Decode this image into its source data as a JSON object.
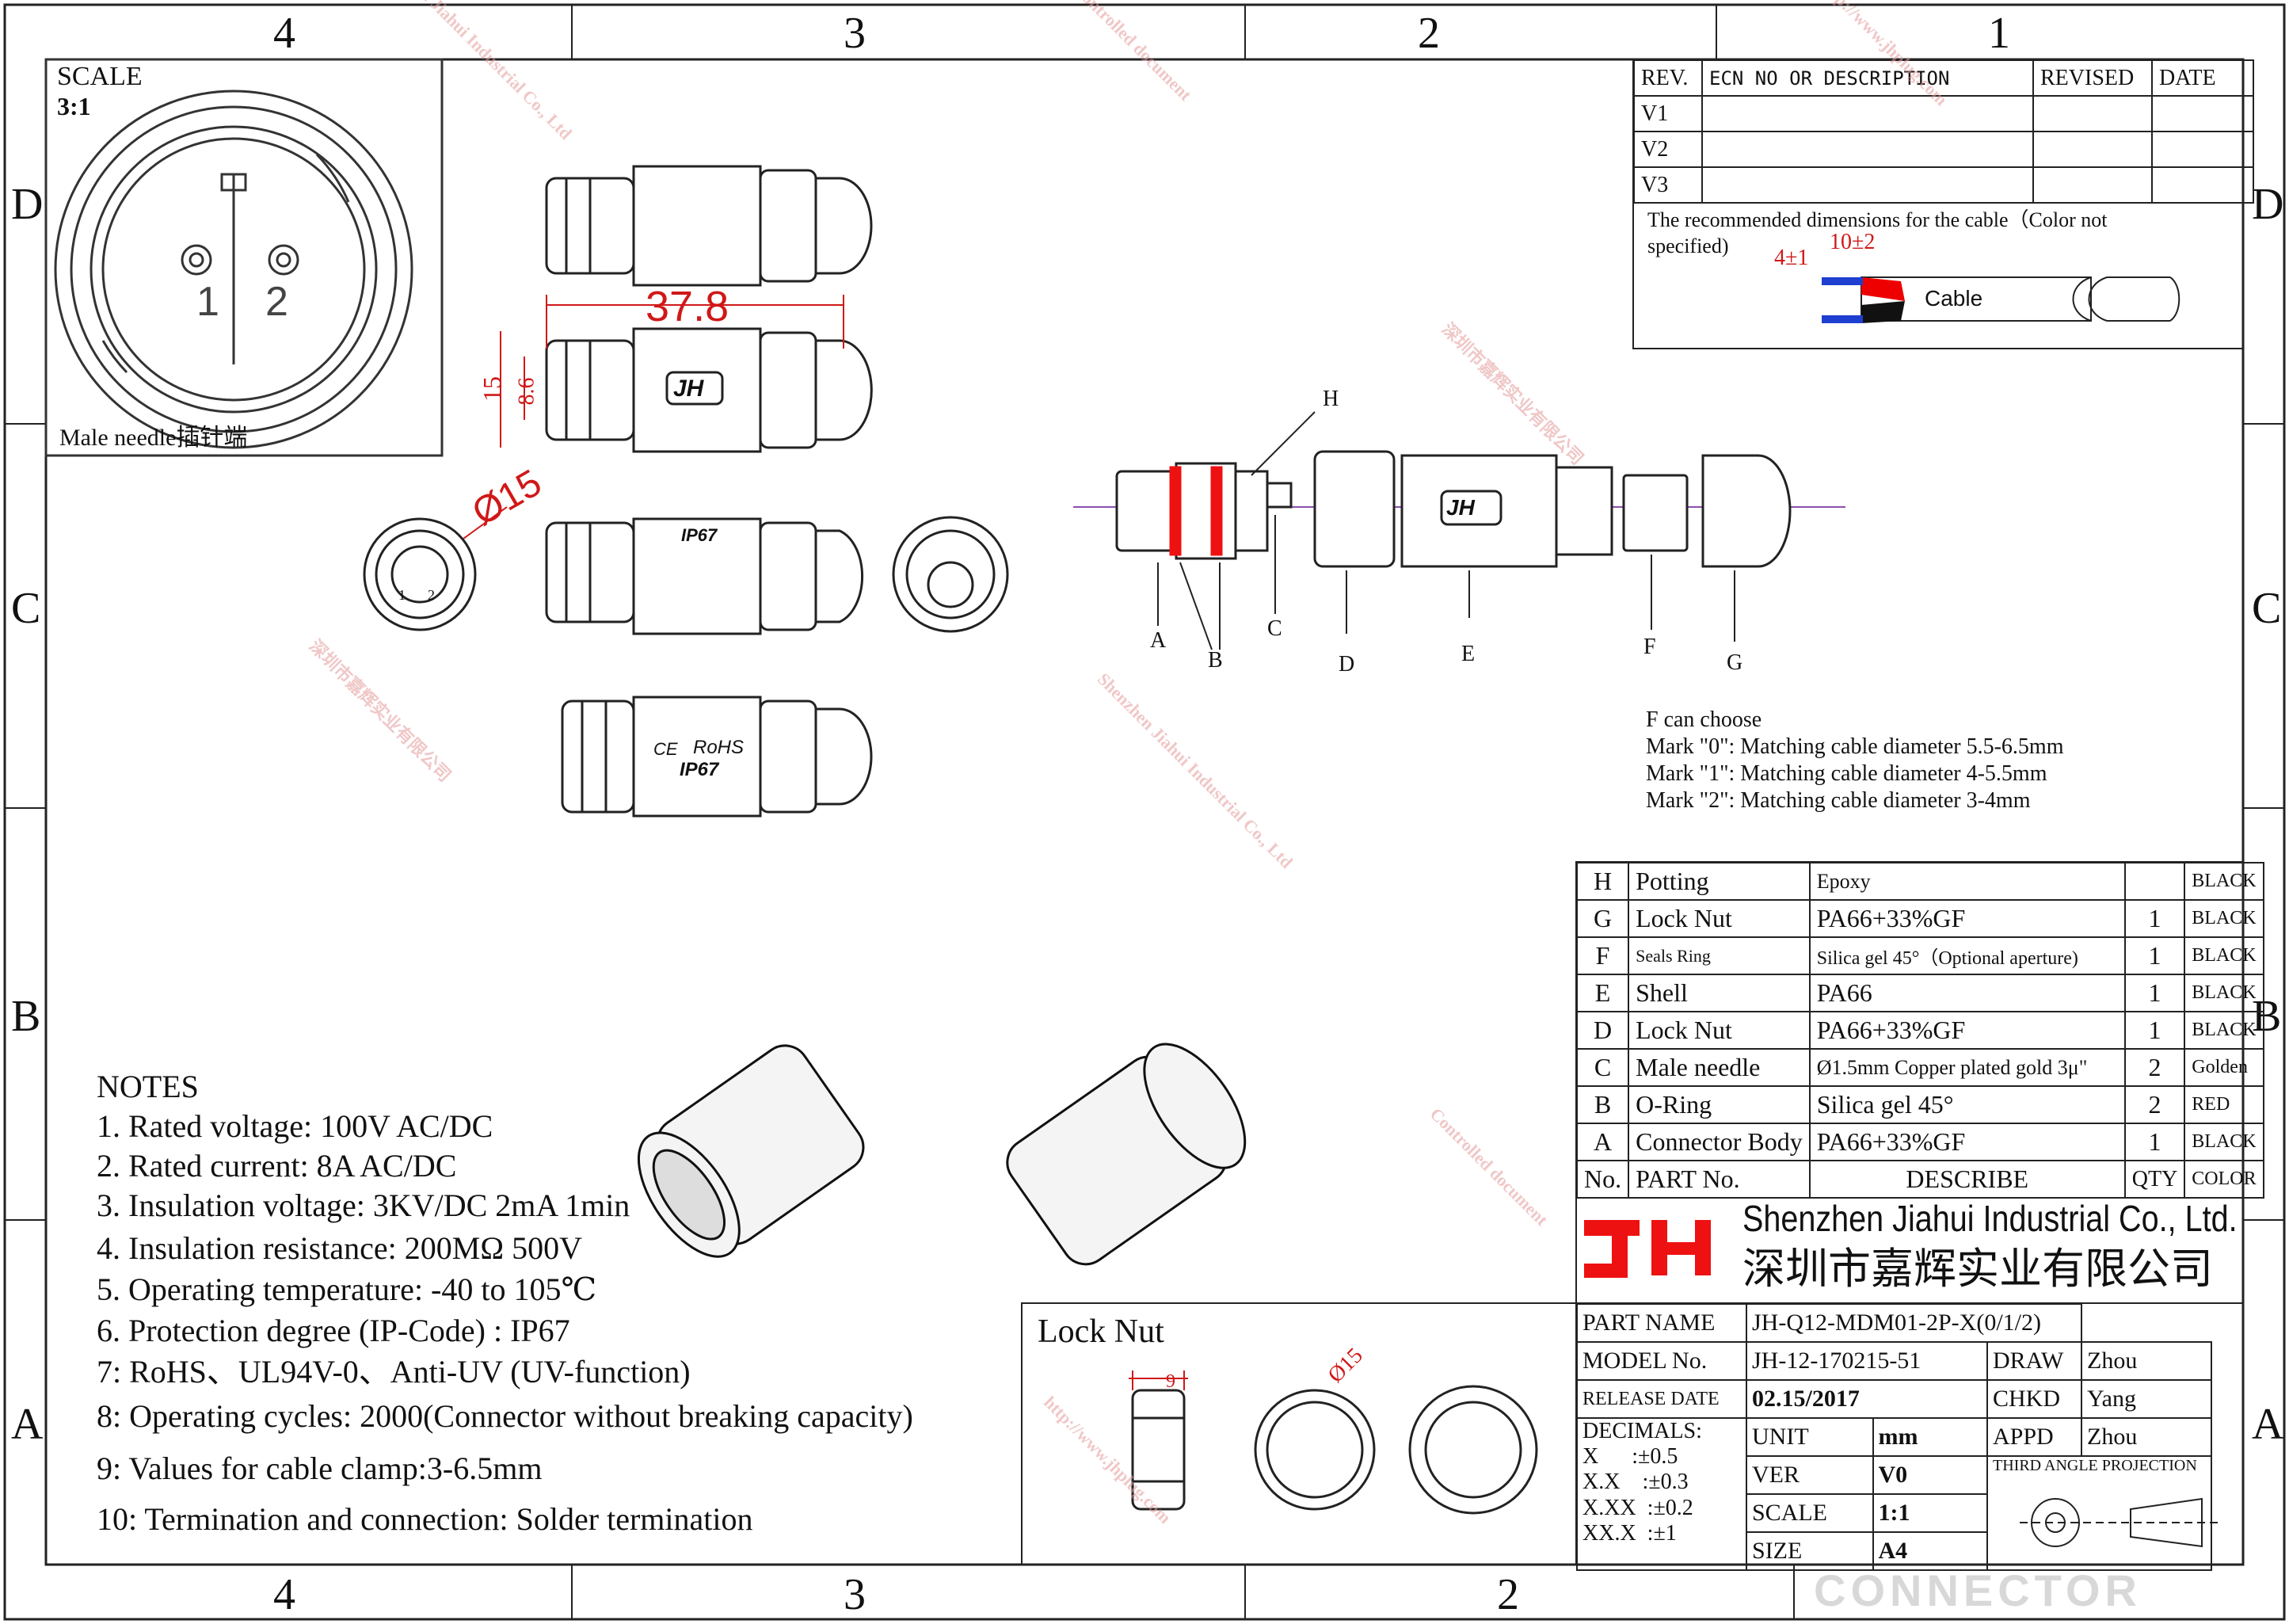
{
  "border": {
    "cols_top": [
      "4",
      "3",
      "2",
      "1"
    ],
    "cols_bottom": [
      "4",
      "3",
      "2"
    ],
    "rows_left": [
      "D",
      "C",
      "B",
      "A"
    ],
    "rows_right": [
      "D",
      "C",
      "B",
      "A"
    ]
  },
  "face_view": {
    "scale_label": "SCALE",
    "scale_value": "3:1",
    "pin1": "1",
    "pin2": "2",
    "caption": "Male needle插针端"
  },
  "dimensions": {
    "length": "37.8",
    "height_outer": "15",
    "height_inner": "8.6",
    "diameter": "Ø15",
    "small_pin1": "1",
    "small_pin2": "2"
  },
  "body_markings": {
    "logo": "JH",
    "ip": "IP67",
    "rohs": "RoHS",
    "ce": "CE"
  },
  "exploded_labels": [
    "A",
    "B",
    "C",
    "D",
    "E",
    "F",
    "G",
    "H"
  ],
  "revision": {
    "headers": [
      "REV.",
      "ECN NO OR DESCRIPTION",
      "REVISED",
      "DATE"
    ],
    "rows": [
      "V1",
      "V2",
      "V3"
    ],
    "cable_note": "The recommended dimensions for the cable（Color not specified)",
    "dim_a": "4±1",
    "dim_b": "10±2",
    "cable_label": "Cable"
  },
  "f_choose": [
    "F can choose",
    "Mark \"0\": Matching cable diameter 5.5-6.5mm",
    "Mark \"1\": Matching cable diameter 4-5.5mm",
    "Mark \"2\": Matching cable diameter 3-4mm"
  ],
  "bom": {
    "rows": [
      {
        "no": "H",
        "part": "Potting",
        "desc": "Epoxy",
        "qty": "",
        "color": "BLACK"
      },
      {
        "no": "G",
        "part": "Lock Nut",
        "desc": "PA66+33%GF",
        "qty": "1",
        "color": "BLACK"
      },
      {
        "no": "F",
        "part": "Seals Ring",
        "desc": "Silica gel 45°（Optional aperture)",
        "qty": "1",
        "color": "BLACK"
      },
      {
        "no": "E",
        "part": "Shell",
        "desc": "PA66",
        "qty": "1",
        "color": "BLACK"
      },
      {
        "no": "D",
        "part": "Lock Nut",
        "desc": "PA66+33%GF",
        "qty": "1",
        "color": "BLACK"
      },
      {
        "no": "C",
        "part": "Male needle",
        "desc": "Ø1.5mm Copper plated gold 3μ\"",
        "qty": "2",
        "color": "Golden"
      },
      {
        "no": "B",
        "part": "O-Ring",
        "desc": "Silica gel 45°",
        "qty": "2",
        "color": "RED"
      },
      {
        "no": "A",
        "part": "Connector Body",
        "desc": "PA66+33%GF",
        "qty": "1",
        "color": "BLACK"
      }
    ],
    "header": {
      "no": "No.",
      "part": "PART No.",
      "desc": "DESCRIBE",
      "qty": "QTY",
      "color": "COLOR"
    }
  },
  "company": {
    "logo": "JH",
    "name_en": "Shenzhen Jiahui Industrial Co., Ltd.",
    "name_cn": "深圳市嘉辉实业有限公司"
  },
  "title_block": {
    "part_name_label": "PART NAME",
    "part_name": "JH-Q12-MDM01-2P-X(0/1/2)",
    "model_label": "MODEL No.",
    "model": "JH-12-170215-51",
    "release_label": "RELEASE DATE",
    "release": "02.15/2017",
    "decimals_label": "DECIMALS:",
    "decimals": [
      "X      :±0.5",
      "X.X    :±0.3",
      "X.XX  :±0.2",
      "XX.X  :±1"
    ],
    "unit_label": "UNIT",
    "unit": "mm",
    "ver_label": "VER",
    "ver": "V0",
    "scale_label": "SCALE",
    "scale": "1:1",
    "size_label": "SIZE",
    "size": "A4",
    "draw_label": "DRAW",
    "draw": "Zhou",
    "chkd_label": "CHKD",
    "chkd": "Yang",
    "appd_label": "APPD",
    "appd": "Zhou",
    "projection": "THIRD ANGLE PROJECTION"
  },
  "notes": {
    "title": "NOTES",
    "items": [
      "1. Rated voltage: 100V AC/DC",
      "2. Rated current: 8A AC/DC",
      "3. Insulation voltage: 3KV/DC 2mA 1min",
      "4. Insulation resistance: 200MΩ 500V",
      "5. Operating temperature: -40 to 105℃",
      "6. Protection degree (IP-Code) : IP67",
      "7: RoHS、UL94V-0、Anti-UV (UV-function)",
      "8: Operating cycles: 2000(Connector without breaking capacity)",
      "9: Values for cable clamp:3-6.5mm",
      "10: Termination and connection: Solder termination"
    ]
  },
  "lock_nut": {
    "title": "Lock Nut",
    "width": "9",
    "diameter": "Ø15"
  },
  "watermark": {
    "cn": "深圳市嘉辉实业有限公司",
    "en": "Shenzhen Jiahui Industrial Co., Ltd",
    "ctrl": "Controlled document",
    "url": "http://www.jhplug.com"
  },
  "footer_mark": "CONNECTOR"
}
